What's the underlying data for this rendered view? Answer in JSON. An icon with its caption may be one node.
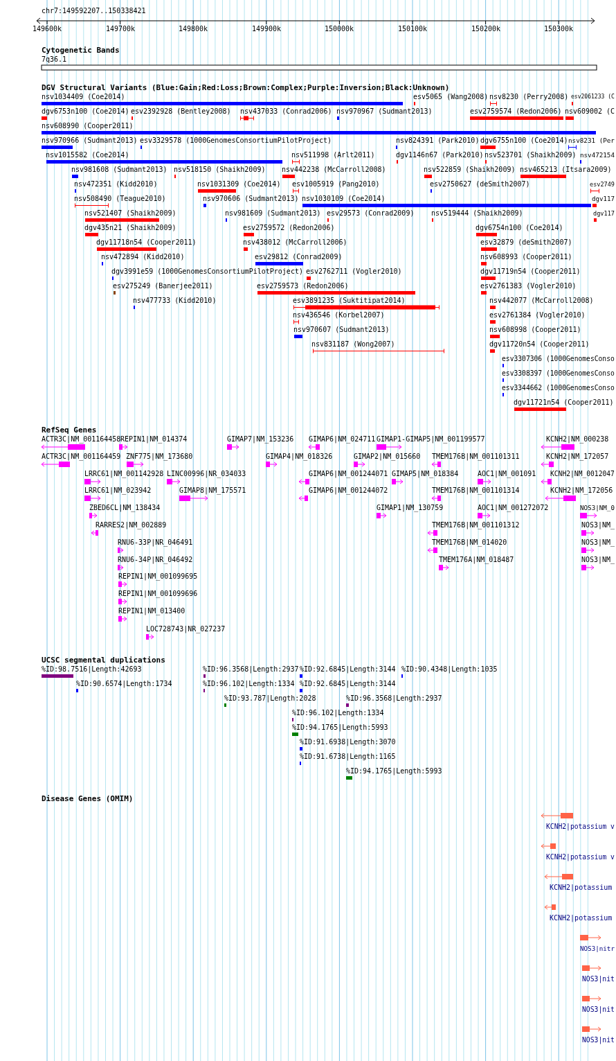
{
  "diagram": {
    "labels": [
      "chr7:149592207..150338421",
      "149600k",
      "149700k",
      "149800k",
      "149900k",
      "150000k",
      "150100k",
      "150200k",
      "150300k",
      "Cytogenetic Bands",
      "7q36.1",
      "DGV Structural Variants (Blue:Gain;Red:Loss;Brown:Complex;Purple:Inversion;Black:Unknown)",
      "nsv1034409 (Coe2014)",
      "esv5065 (Wang2008)",
      "nsv8230 (Perry2008)",
      "esv2061233 (C",
      "dgv6753n100 (Coe2014)",
      "esv2392928 (Bentley2008)",
      "nsv437033 (Conrad2006)",
      "nsv970967 (Sudmant2013)",
      "esv2759574 (Redon2006)",
      "nsv609002 (C",
      "nsv608990 (Cooper2011)",
      "nsv970966 (Sudmant2013)",
      "esv3329578 (1000GenomesConsortiumPilotProject)",
      "nsv824391 (Park2010)",
      "dgv6755n100 (Coe2014)",
      "nsv8231 (Per",
      "nsv1015582 (Coe2014)",
      "nsv511998 (Arlt2011)",
      "dgv1146n67 (Park2010)",
      "nsv523701 (Shaikh2009)",
      "nsv472154",
      "nsv981608 (Sudmant2013)",
      "nsv518150 (Shaikh2009)",
      "nsv442238 (McCarroll2008)",
      "nsv522859 (Shaikh2009)",
      "nsv465213 (Itsara2009)",
      "nsv472351 (Kidd2010)",
      "nsv1031309 (Coe2014)",
      "esv1005919 (Pang2010)",
      "esv2750627 (deSmith2007)",
      "esv2749",
      "nsv508490 (Teague2010)",
      "nsv970606 (Sudmant2013)",
      "nsv1030109 (Coe2014)",
      "dgv117",
      "nsv521407 (Shaikh2009)",
      "nsv981609 (Sudmant2013)",
      "esv29573 (Conrad2009)",
      "nsv519444 (Shaikh2009)",
      "dgv117",
      "dgv435n21 (Shaikh2009)",
      "esv2759572 (Redon2006)",
      "dgv6754n100 (Coe2014)",
      "dgv11718n54 (Cooper2011)",
      "nsv438012 (McCarroll2006)",
      "esv32879 (deSmith2007)",
      "nsv472894 (Kidd2010)",
      "esv29812 (Conrad2009)",
      "nsv608993 (Cooper2011)",
      "dgv3991e59 (1000GenomesConsortiumPilotProject)",
      "esv2762711 (Vogler2010)",
      "dgv11719n54 (Cooper2011)",
      "esv275249 (Banerjee2011)",
      "esv2759573 (Redon2006)",
      "esv2761383 (Vogler2010)",
      "nsv477733 (Kidd2010)",
      "esv3891235 (Suktitipat2014)",
      "nsv442077 (McCarroll2008)",
      "nsv436546 (Korbel2007)",
      "esv2761384 (Vogler2010)",
      "nsv970607 (Sudmant2013)",
      "nsv608998 (Cooper2011)",
      "nsv831187 (Wong2007)",
      "dgv11720n54 (Cooper2011)",
      "esv3307306 (1000GenomesConso",
      "esv3308397 (1000GenomesConso",
      "esv3344662 (1000GenomesConso",
      "dgv11721n54 (Cooper2011)",
      "RefSeq Genes",
      "ACTR3C|NM_001164458",
      "REPIN1|NM_014374",
      "GIMAP7|NM_153236",
      "GIMAP6|NM_024711",
      "GIMAP1-GIMAP5|NM_001199577",
      "KCNH2|NM_000238",
      "ACTR3C|NM_001164459",
      "ZNF775|NM_173680",
      "GIMAP4|NM_018326",
      "GIMAP2|NM_015660",
      "TMEM176B|NM_001101311",
      "KCNH2|NM_172057",
      "LRRC61|NM_001142928",
      "LINC00996|NR_034033",
      "GIMAP6|NM_001244071",
      "GIMAP5|NM_018384",
      "AOC1|NM_001091",
      "KCNH2|NM_0012047",
      "LRRC61|NM_023942",
      "GIMAP8|NM_175571",
      "GIMAP6|NM_001244072",
      "TMEM176B|NM_001101314",
      "KCNH2|NM_172056",
      "ZBED6CL|NM_138434",
      "GIMAP1|NM_130759",
      "AOC1|NM_001272072",
      "NOS3|NM_0",
      "RARRES2|NM_002889",
      "TMEM176B|NM_001101312",
      "NOS3|NM_",
      "RNU6-33P|NR_046491",
      "TMEM176B|NM_014020",
      "NOS3|NM_",
      "RNU6-34P|NR_046492",
      "TMEM176A|NM_018487",
      "NOS3|NM_",
      "REPIN1|NM_001099695",
      "REPIN1|NM_001099696",
      "REPIN1|NM_013400",
      "LOC728743|NR_027237",
      "UCSC segmental duplications",
      "%ID:98.7516|Length:42693",
      "%ID:96.3568|Length:2937",
      "%ID:92.6845|Length:3144",
      "%ID:90.4348|Length:1035",
      "%ID:90.6574|Length:1734",
      "%ID:96.102|Length:1334",
      "%ID:92.6845|Length:3144",
      "%ID:93.787|Length:2028",
      "%ID:96.3568|Length:2937",
      "%ID:96.102|Length:1334",
      "%ID:94.1765|Length:5993",
      "%ID:91.6938|Length:3070",
      "%ID:91.6738|Length:1165",
      "%ID:94.1765|Length:5993",
      "Disease Genes (OMIM)",
      "KCNH2|potassium v",
      "KCNH2|potassium v",
      "KCNH2|potassium",
      "KCNH2|potassium",
      "NOS3|nitr",
      "NOS3|nit",
      "NOS3|nit",
      "NOS3|nit"
    ]
  }
}
